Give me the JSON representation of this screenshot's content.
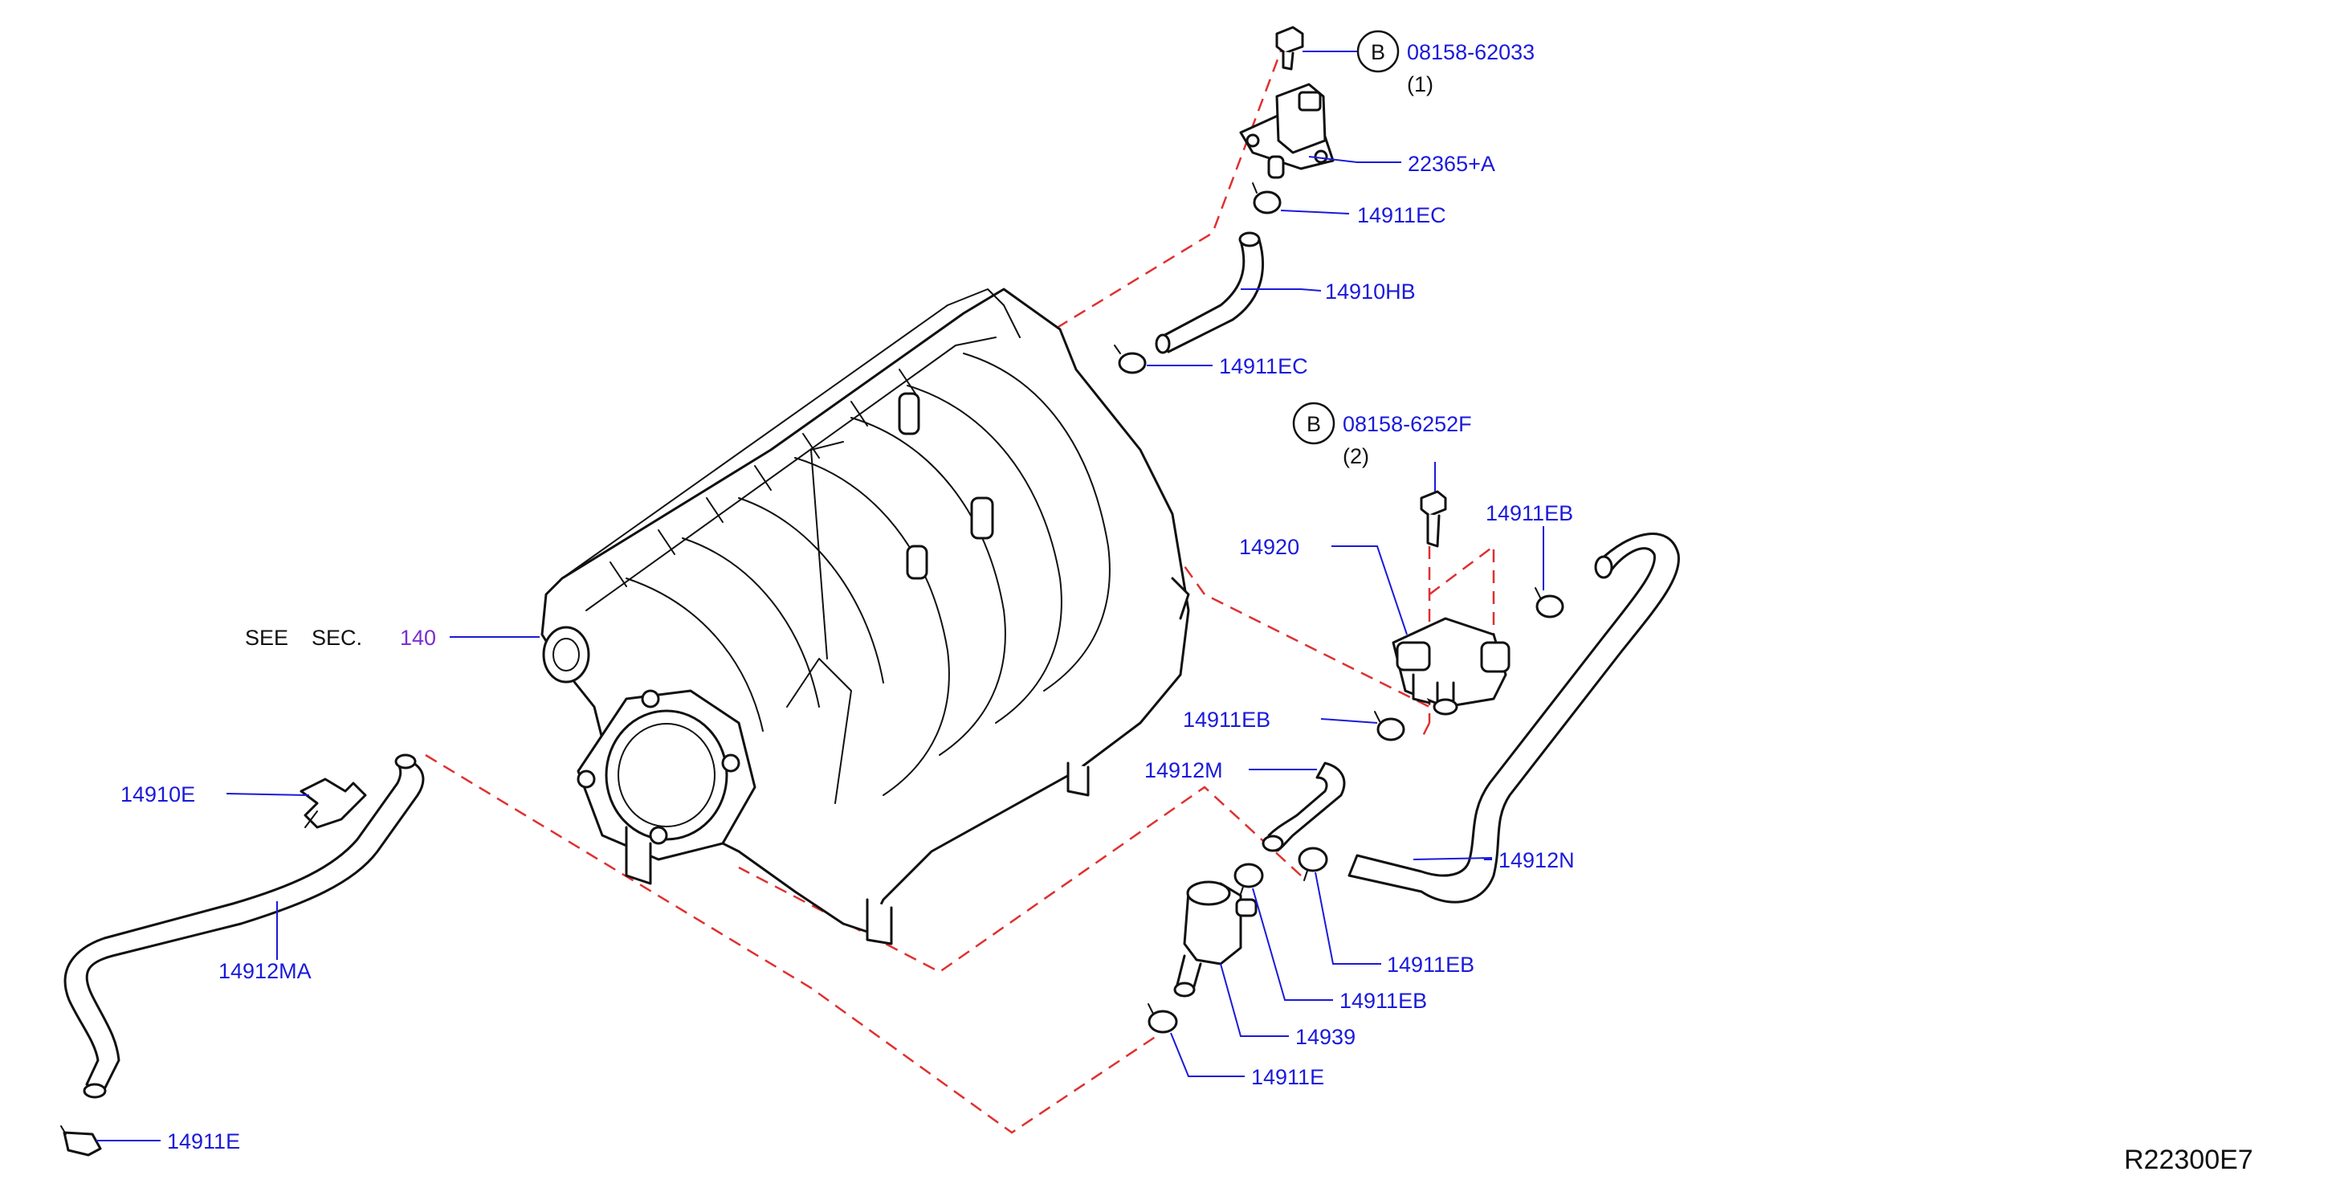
{
  "diagram": {
    "reference_code": "R22300E7",
    "see_section": {
      "see": "SEE",
      "sec": "SEC.",
      "number": "140"
    },
    "bolt_callouts": [
      {
        "symbol": "B",
        "part": "08158-62033",
        "qty": "(1)"
      },
      {
        "symbol": "B",
        "part": "08158-6252F",
        "qty": "(2)"
      }
    ],
    "parts": [
      {
        "id": "22365+A"
      },
      {
        "id": "14911EC"
      },
      {
        "id": "14910HB"
      },
      {
        "id": "14911EC"
      },
      {
        "id": "14911EB"
      },
      {
        "id": "14920"
      },
      {
        "id": "14911EB"
      },
      {
        "id": "14912M"
      },
      {
        "id": "14912N"
      },
      {
        "id": "14911EB"
      },
      {
        "id": "14911EB"
      },
      {
        "id": "14939"
      },
      {
        "id": "14911E"
      },
      {
        "id": "14910E"
      },
      {
        "id": "14912MA"
      },
      {
        "id": "14911E"
      }
    ],
    "colors": {
      "label": "#1a1adb",
      "section_ref": "#7a2fd0",
      "dashed_connector": "#e03030",
      "linework": "#111111"
    }
  }
}
